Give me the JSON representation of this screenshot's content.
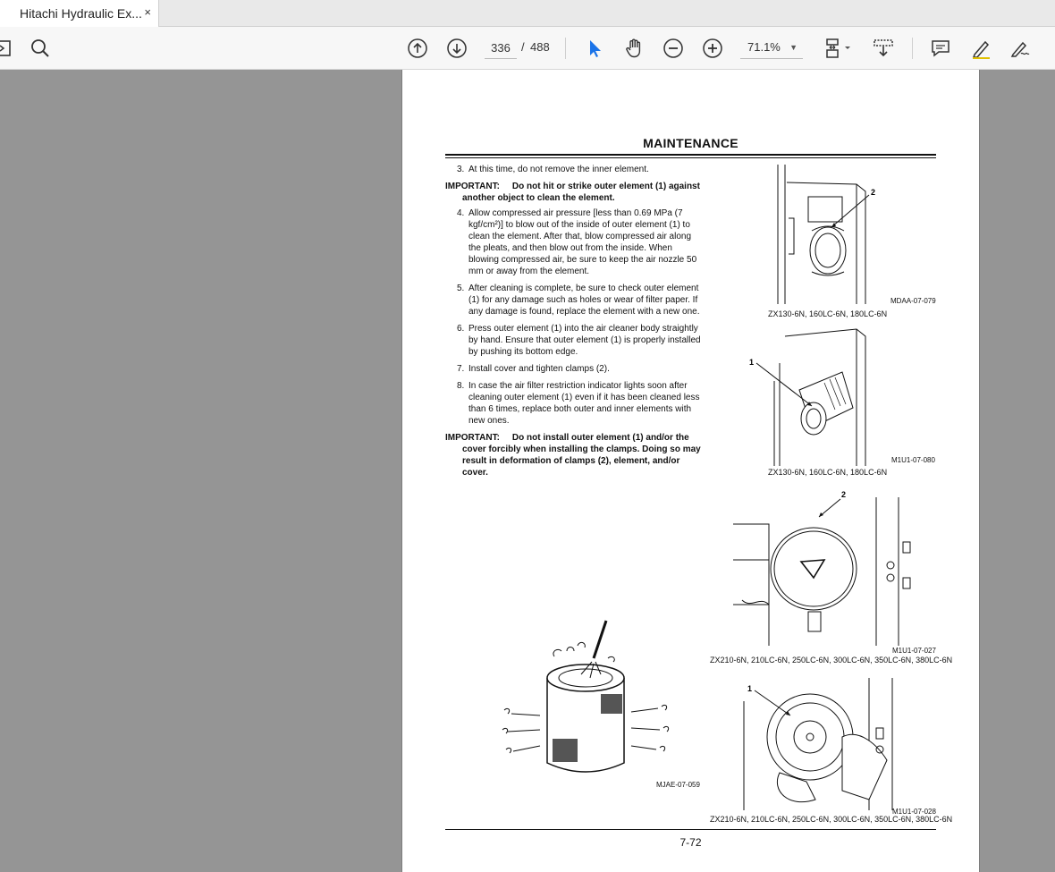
{
  "tab": {
    "title": "Hitachi Hydraulic Ex...",
    "close_glyph": "×"
  },
  "toolbar": {
    "current_page": "336",
    "page_separator": "/",
    "total_pages": "488",
    "zoom": "71.1%",
    "icons": [
      "sidebar-icon",
      "search-icon",
      "previous-page-icon",
      "next-page-icon",
      "select-cursor-icon",
      "hand-tool-icon",
      "zoom-out-icon",
      "zoom-in-icon",
      "page-fit-icon",
      "scroll-mode-icon",
      "comment-icon",
      "highlight-pen-icon",
      "sign-icon"
    ]
  },
  "document": {
    "header": "MAINTENANCE",
    "steps": [
      {
        "num": "3.",
        "text": "At this time, do not remove the inner element."
      },
      {
        "num": "4.",
        "text": "Allow compressed air pressure [less than 0.69 MPa (7 kgf/cm²)] to blow out of the inside of outer element (1) to clean the element. After that, blow compressed air along the pleats, and then blow out from the inside. When blowing compressed air, be sure to keep the air nozzle 50 mm or away from the element."
      },
      {
        "num": "5.",
        "text": "After cleaning is complete, be sure to check outer element (1) for any damage such as holes or wear of filter paper. If any damage is found, replace the element with a new one."
      },
      {
        "num": "6.",
        "text": "Press outer element (1) into the air cleaner body straightly by hand. Ensure that outer element (1) is properly installed by pushing its bottom edge."
      },
      {
        "num": "7.",
        "text": "Install cover and tighten clamps (2)."
      },
      {
        "num": "8.",
        "text": "In case the air filter restriction indicator lights soon after cleaning outer element (1) even if it has been cleaned less than 6 times, replace both outer and inner elements with new ones."
      }
    ],
    "important1": {
      "label": "IMPORTANT:",
      "text": "Do not hit or strike outer element (1) against another object to clean the element."
    },
    "important2": {
      "label": "IMPORTANT:",
      "text": "Do not install outer element (1) and/or the cover forcibly when installing the clamps. Doing so may result in deformation of clamps (2), element, and/or cover."
    },
    "figures": [
      {
        "code": "MDAA-07-079",
        "caption": "ZX130-6N, 160LC-6N, 180LC-6N",
        "callout": "2"
      },
      {
        "code": "M1U1-07-080",
        "caption": "ZX130-6N, 160LC-6N, 180LC-6N",
        "callout": "1"
      },
      {
        "code": "M1U1-07-027",
        "caption": "ZX210-6N, 210LC-6N, 250LC-6N, 300LC-6N, 350LC-6N, 380LC-6N",
        "callout": "2"
      },
      {
        "code": "M1U1-07-028",
        "caption": "ZX210-6N, 210LC-6N, 250LC-6N, 300LC-6N, 350LC-6N, 380LC-6N",
        "callout": "1"
      },
      {
        "code": "MJAE-07-059",
        "caption": "",
        "callout": ""
      }
    ],
    "page_number": "7-72"
  }
}
